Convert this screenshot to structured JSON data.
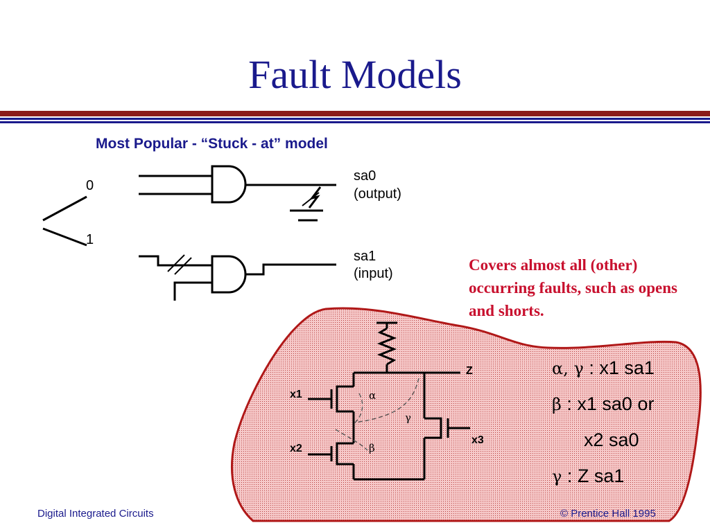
{
  "slide": {
    "title": "Fault Models",
    "subtitle": "Most Popular - “Stuck - at” model",
    "note": "Covers almost all (other) occurring faults, such as opens and shorts."
  },
  "gates": {
    "input0": "0",
    "input1": "1",
    "sa0_label": "sa0",
    "sa0_sub": "(output)",
    "sa1_label": "sa1",
    "sa1_sub": "(input)"
  },
  "circuit": {
    "output": "Z",
    "x1": "x1",
    "x2": "x2",
    "x3": "x3",
    "alpha": "α",
    "beta": "β",
    "gamma": "γ"
  },
  "faults": {
    "line1_sym": "α, γ",
    "line1_text": " : x1 sa1",
    "line2_sym": "β",
    "line2_text": " : x1 sa0 or",
    "line3_text": "x2 sa0",
    "line4_sym": "γ",
    "line4_text": " : Z sa1"
  },
  "footer": {
    "left": "Digital Integrated Circuits",
    "right": "© Prentice Hall 1995"
  },
  "colors": {
    "title": "#1a1a8c",
    "rule_red": "#8b1a1a",
    "rule_blue": "#1a1a8c",
    "note": "#c8102e",
    "blob_fill": "#f2b3b3",
    "blob_stroke": "#b01818"
  }
}
